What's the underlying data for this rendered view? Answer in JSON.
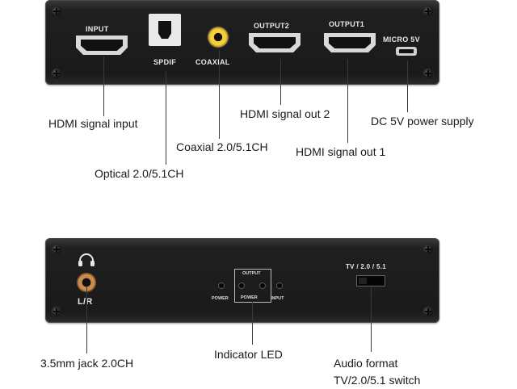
{
  "top_panel": {
    "labels": {
      "input": "INPUT",
      "spdif": "SPDIF",
      "coaxial": "COAXIAL",
      "output2": "OUTPUT2",
      "output1": "OUTPUT1",
      "micro5v": "MICRO 5V"
    }
  },
  "bottom_panel": {
    "labels": {
      "lr": "L/R",
      "led_power": "POWER",
      "led_output": "OUTPUT",
      "led_power2": "POWER",
      "led_input": "INPUT",
      "switch": "TV / 2.0 / 5.1"
    }
  },
  "callouts": {
    "hdmi_input": "HDMI signal input",
    "optical": "Optical 2.0/5.1CH",
    "coaxial": "Coaxial 2.0/5.1CH",
    "hdmi_out2": "HDMI signal out 2",
    "hdmi_out1": "HDMI signal out 1",
    "dc5v": "DC 5V power supply",
    "jack": "3.5mm jack 2.0CH",
    "indicator": "Indicator LED",
    "audio_format_line1": "Audio format",
    "audio_format_line2": "TV/2.0/5.1 switch"
  },
  "colors": {
    "panel": "#1c1c1c",
    "coaxial_ring": "#f4d03f",
    "jack_ring": "#c98c4d",
    "leader_line": "#3a3a3a",
    "callout_text": "#1a1a1a"
  }
}
